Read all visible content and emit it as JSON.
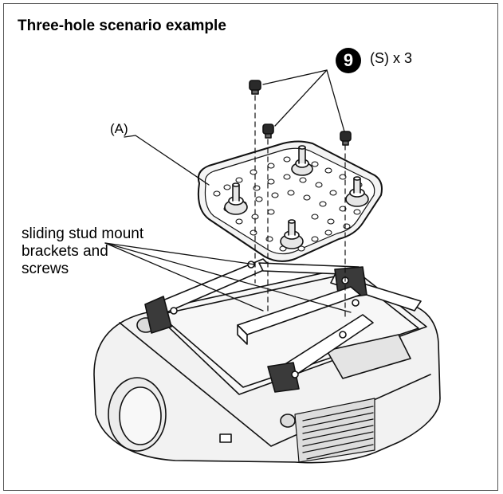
{
  "title": "Three-hole scenario example",
  "callout": {
    "number": "9",
    "quantity": "(S) x 3"
  },
  "labels": {
    "part_a": "(A)",
    "brackets_line1": "sliding stud mount",
    "brackets_line2": "brackets and",
    "brackets_line3": "screws"
  },
  "colors": {
    "line": "#111111",
    "projector_grey": "#e8e8e8",
    "plate_grey": "#d8d8d8",
    "dark": "#222222"
  }
}
